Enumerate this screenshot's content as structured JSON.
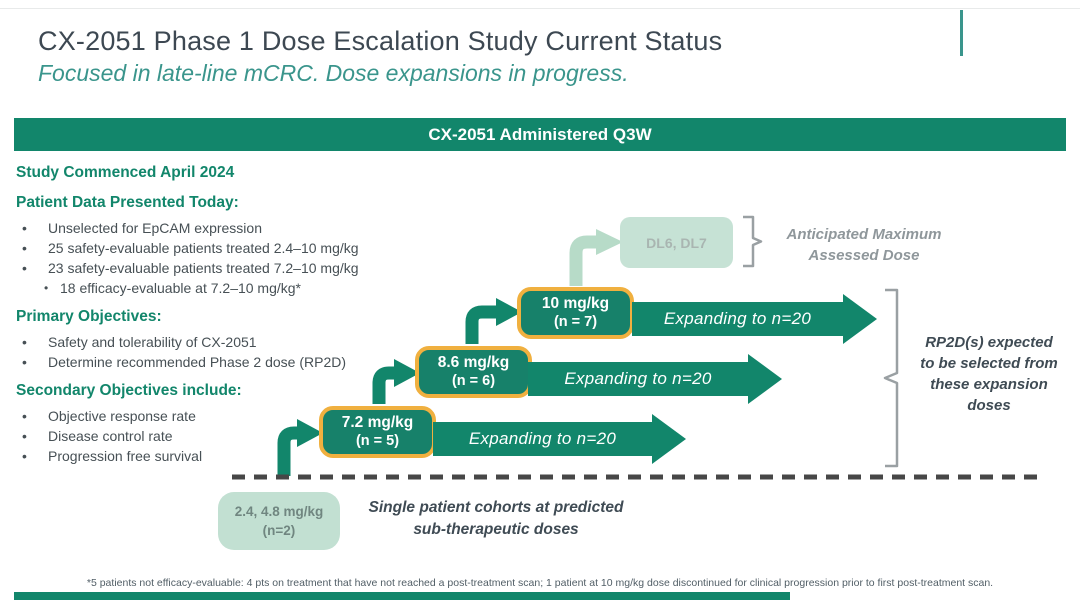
{
  "header": {
    "title": "CX-2051 Phase 1 Dose Escalation Study Current Status",
    "subtitle": "Focused in late-line mCRC. Dose expansions in progress."
  },
  "banner": "CX-2051 Administered Q3W",
  "study": {
    "commenced": "Study Commenced April 2024",
    "patient_data_heading": "Patient Data Presented Today:",
    "patient_bullets": [
      "Unselected for EpCAM expression",
      "25 safety-evaluable patients treated 2.4–10 mg/kg",
      "23 safety-evaluable patients treated 7.2–10 mg/kg"
    ],
    "patient_sub_bullet": "18 efficacy-evaluable at 7.2–10 mg/kg*",
    "primary_heading": "Primary Objectives:",
    "primary_bullets": [
      "Safety and tolerability of CX-2051",
      "Determine recommended Phase 2 dose (RP2D)"
    ],
    "secondary_heading": "Secondary Objectives include:",
    "secondary_bullets": [
      "Objective response rate",
      "Disease control rate",
      "Progression free survival"
    ]
  },
  "diagram": {
    "future_box": {
      "label": "DL6, DL7",
      "annotation": "Anticipated Maximum Assessed Dose"
    },
    "doses": [
      {
        "dose": "10 mg/kg",
        "n": "(n = 7)",
        "arrow": "Expanding to n=20"
      },
      {
        "dose": "8.6 mg/kg",
        "n": "(n = 6)",
        "arrow": "Expanding to n=20"
      },
      {
        "dose": "7.2 mg/kg",
        "n": "(n = 5)",
        "arrow": "Expanding to n=20"
      }
    ],
    "rp2d_note": "RP2D(s) expected to be selected from these expansion doses",
    "subtherapeutic_box": {
      "dose": "2.4, 4.8 mg/kg",
      "n": "(n=2)"
    },
    "subtherapeutic_note": "Single patient cohorts at predicted sub-therapeutic doses"
  },
  "footnote": "*5 patients not efficacy-evaluable: 4 pts on treatment that have not reached a post-treatment scan; 1 patient at 10 mg/kg dose discontinued for clinical progression prior to first post-treatment scan.",
  "colors": {
    "green": "#12866b",
    "box_green": "#17816a",
    "orange_border": "#f0b03f",
    "pale_green": "#c2e0d2",
    "teal_accent": "#3a958c",
    "slate_text": "#3f4b54",
    "gray_annotation": "#8f979b"
  }
}
